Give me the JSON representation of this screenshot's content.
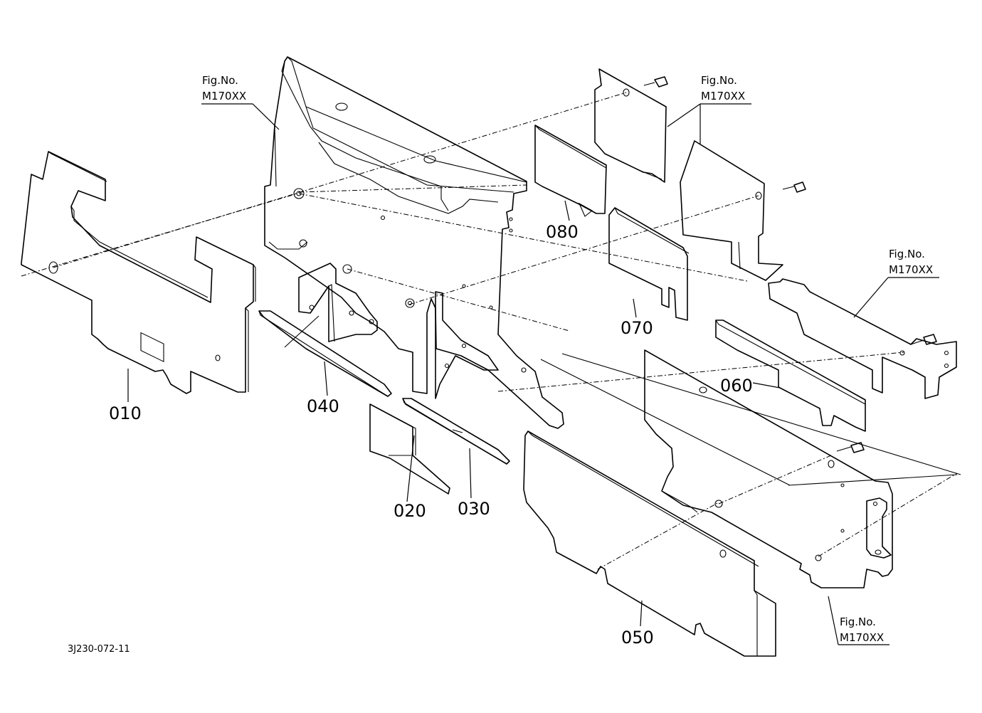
{
  "diagram_code": "3J230-072-11",
  "fig_refs": [
    {
      "label": "Fig.No.",
      "code": "M170XX"
    },
    {
      "label": "Fig.No.",
      "code": "M170XX"
    },
    {
      "label": "Fig.No.",
      "code": "M170XX"
    },
    {
      "label": "Fig.No.",
      "code": "M170XX"
    }
  ],
  "parts": [
    {
      "number": "010"
    },
    {
      "number": "020"
    },
    {
      "number": "030"
    },
    {
      "number": "040"
    },
    {
      "number": "050"
    },
    {
      "number": "060"
    },
    {
      "number": "070"
    },
    {
      "number": "080"
    }
  ]
}
